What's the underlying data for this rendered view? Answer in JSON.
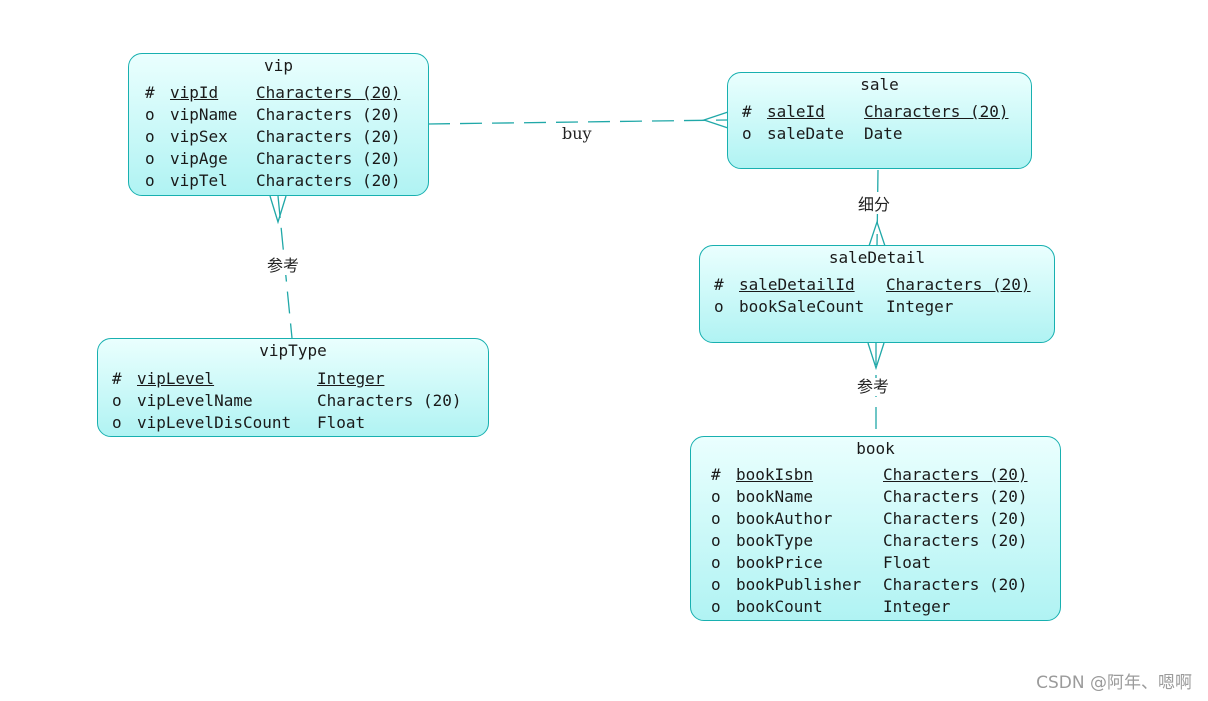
{
  "entities": {
    "vip": {
      "title": "vip",
      "attributes": [
        {
          "marker": "#",
          "name": "vipId",
          "type": "Characters (20)"
        },
        {
          "marker": "o",
          "name": "vipName",
          "type": "Characters (20)"
        },
        {
          "marker": "o",
          "name": "vipSex",
          "type": "Characters (20)"
        },
        {
          "marker": "o",
          "name": "vipAge",
          "type": "Characters (20)"
        },
        {
          "marker": "o",
          "name": "vipTel",
          "type": "Characters (20)"
        }
      ]
    },
    "sale": {
      "title": "sale",
      "attributes": [
        {
          "marker": "#",
          "name": "saleId",
          "type": "Characters (20)"
        },
        {
          "marker": "o",
          "name": "saleDate",
          "type": "Date"
        }
      ]
    },
    "saleDetail": {
      "title": "saleDetail",
      "attributes": [
        {
          "marker": "#",
          "name": "saleDetailId",
          "type": "Characters (20)"
        },
        {
          "marker": "o",
          "name": "bookSaleCount",
          "type": "Integer"
        }
      ]
    },
    "vipType": {
      "title": "vipType",
      "attributes": [
        {
          "marker": "#",
          "name": "vipLevel",
          "type": "Integer"
        },
        {
          "marker": "o",
          "name": "vipLevelName",
          "type": "Characters (20)"
        },
        {
          "marker": "o",
          "name": "vipLevelDisCount",
          "type": "Float"
        }
      ]
    },
    "book": {
      "title": "book",
      "attributes": [
        {
          "marker": "#",
          "name": "bookIsbn",
          "type": "Characters (20)"
        },
        {
          "marker": "o",
          "name": "bookName",
          "type": "Characters (20)"
        },
        {
          "marker": "o",
          "name": "bookAuthor",
          "type": "Characters (20)"
        },
        {
          "marker": "o",
          "name": "bookType",
          "type": "Characters (20)"
        },
        {
          "marker": "o",
          "name": "bookPrice",
          "type": "Float"
        },
        {
          "marker": "o",
          "name": "bookPublisher",
          "type": "Characters (20)"
        },
        {
          "marker": "o",
          "name": "bookCount",
          "type": "Integer"
        }
      ]
    }
  },
  "relationships": {
    "buy": "buy",
    "detail": "细分",
    "vip_ref": "参考",
    "book_ref": "参考"
  },
  "watermark": "CSDN @阿年、嗯啊",
  "colors": {
    "border": "#18b0b0",
    "fill_top": "#eafffe",
    "fill_bottom": "#b0f3f3",
    "line": "#20a8a8"
  }
}
